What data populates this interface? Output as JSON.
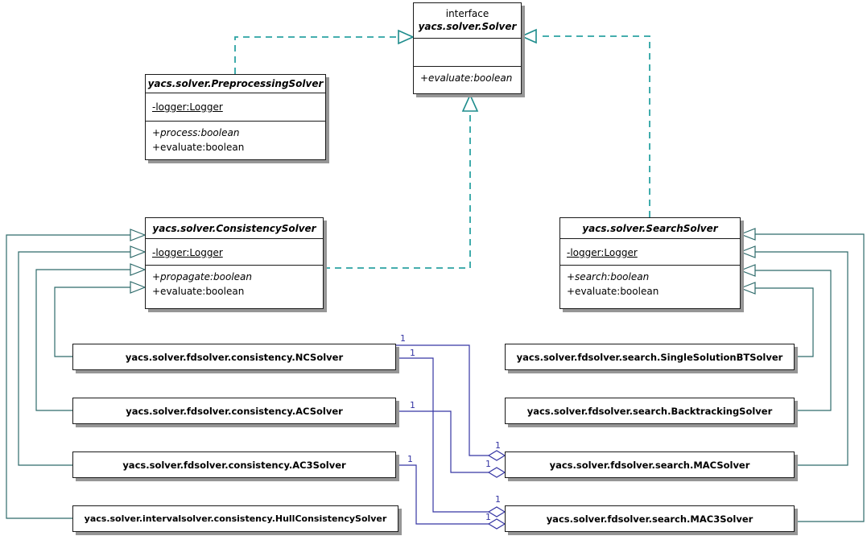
{
  "colors": {
    "realization": "#2ba3a3",
    "generalization": "#2e6b6b",
    "aggregation": "#3636a4",
    "box-border": "#1a1a1a",
    "box-shadow": "#969696",
    "bg": "#ffffff",
    "text": "#000000"
  },
  "interface_box": {
    "stereotype": "interface",
    "name": "yacs.solver.Solver",
    "method_evaluate": "+evaluate:boolean"
  },
  "preprocessing_solver": {
    "name": "yacs.solver.PreprocessingSolver",
    "attr_logger": "-logger:Logger",
    "method_process": "+process:boolean",
    "method_evaluate": "+evaluate:boolean"
  },
  "consistency_solver": {
    "name": "yacs.solver.ConsistencySolver",
    "attr_logger": "-logger:Logger",
    "method_propagate": "+propagate:boolean",
    "method_evaluate": "+evaluate:boolean"
  },
  "search_solver": {
    "name": "yacs.solver.SearchSolver",
    "attr_logger": "-logger:Logger",
    "method_search": "+search:boolean",
    "method_evaluate": "+evaluate:boolean"
  },
  "concrete_classes": {
    "nc_solver": "yacs.solver.fdsolver.consistency.NCSolver",
    "ac_solver": "yacs.solver.fdsolver.consistency.ACSolver",
    "ac3_solver": "yacs.solver.fdsolver.consistency.AC3Solver",
    "hull_solver": "yacs.solver.intervalsolver.consistency.HullConsistencySolver",
    "ssbt_solver": "yacs.solver.fdsolver.search.SingleSolutionBTSolver",
    "bt_solver": "yacs.solver.fdsolver.search.BacktrackingSolver",
    "mac_solver": "yacs.solver.fdsolver.search.MACSolver",
    "mac3_solver": "yacs.solver.fdsolver.search.MAC3Solver"
  },
  "multiplicities": {
    "nc_to_mac": "1",
    "nc_to_mac3": "1",
    "ac_to_mac": "1",
    "ac3_to_mac3": "1",
    "mac_diamond_top": "1",
    "mac_diamond_bottom": "1",
    "mac3_diamond_top": "1",
    "mac3_diamond_bottom": "1"
  }
}
